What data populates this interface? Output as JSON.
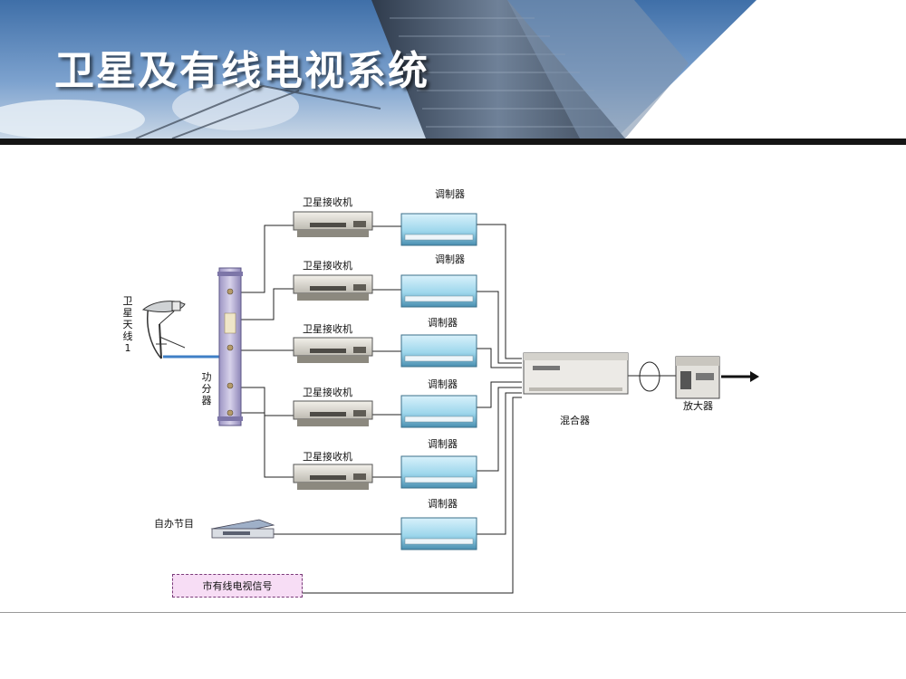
{
  "title": "卫星及有线电视系统",
  "labels": {
    "antenna": "卫星天线1",
    "splitter": "功分器",
    "receiver": "卫星接收机",
    "modulator": "调制器",
    "mixer": "混合器",
    "amplifier": "放大器",
    "local_program": "自办节目",
    "city_cable": "市有线电视信号"
  },
  "colors": {
    "banner_sky": "#5a84b6",
    "splitter_purple": "#b9b2d6",
    "cable_box_fill": "#f7ddf5",
    "cable_box_border": "#7a3b7a",
    "antenna_line": "#3f7fc6"
  }
}
